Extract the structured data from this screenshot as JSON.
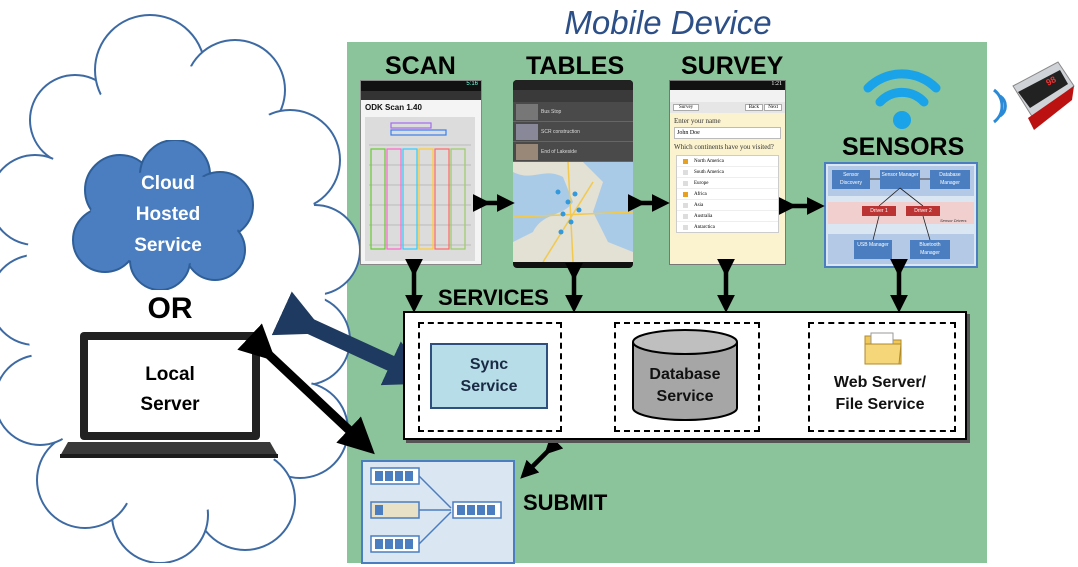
{
  "mobile_device": {
    "title": "Mobile Device"
  },
  "cloud": {
    "service_label": "Cloud Hosted Service",
    "or_label": "OR",
    "local_server_label": "Local Server"
  },
  "apps": {
    "scan": {
      "heading": "SCAN",
      "screen_title": "ODK Scan 1.40",
      "status_time": "5:16"
    },
    "tables": {
      "heading": "TABLES",
      "list_items": [
        "Bus Stop",
        "SCR construction",
        "End of Lakeside"
      ]
    },
    "survey": {
      "heading": "SURVEY",
      "status_time": "1:21",
      "toolbar": {
        "left": "Survey",
        "back": "Back",
        "next": "Next"
      },
      "question_name": "Enter your name",
      "name_value": "John Doe",
      "question_continents": "Which continents have you visited?",
      "options": [
        {
          "label": "North America",
          "checked": true
        },
        {
          "label": "South America",
          "checked": false
        },
        {
          "label": "Europe",
          "checked": false
        },
        {
          "label": "Africa",
          "checked": true
        },
        {
          "label": "Asia",
          "checked": false
        },
        {
          "label": "Australia",
          "checked": false
        },
        {
          "label": "Antarctica",
          "checked": false
        }
      ]
    },
    "sensors": {
      "heading": "SENSORS",
      "boxes": {
        "discovery": "Sensor Discovery",
        "manager": "Sensor Manager",
        "db_manager": "Database Manager",
        "driver1": "Driver 1",
        "driver2": "Driver 2",
        "drivers_label": "Sensor Drivers",
        "usb": "USB Manager",
        "bluetooth": "Bluetooth Manager"
      }
    }
  },
  "services": {
    "heading": "SERVICES",
    "sync": "Sync Service",
    "database": "Database Service",
    "web": "Web Server/ File Service"
  },
  "submit": {
    "heading": "SUBMIT"
  },
  "colors": {
    "device_green": "#8bc39a",
    "cloud_blue": "#4a7ec0",
    "sync_fill": "#b7dde8",
    "arrow_dark": "#1f3a60",
    "wifi_blue": "#1aa3e8"
  }
}
